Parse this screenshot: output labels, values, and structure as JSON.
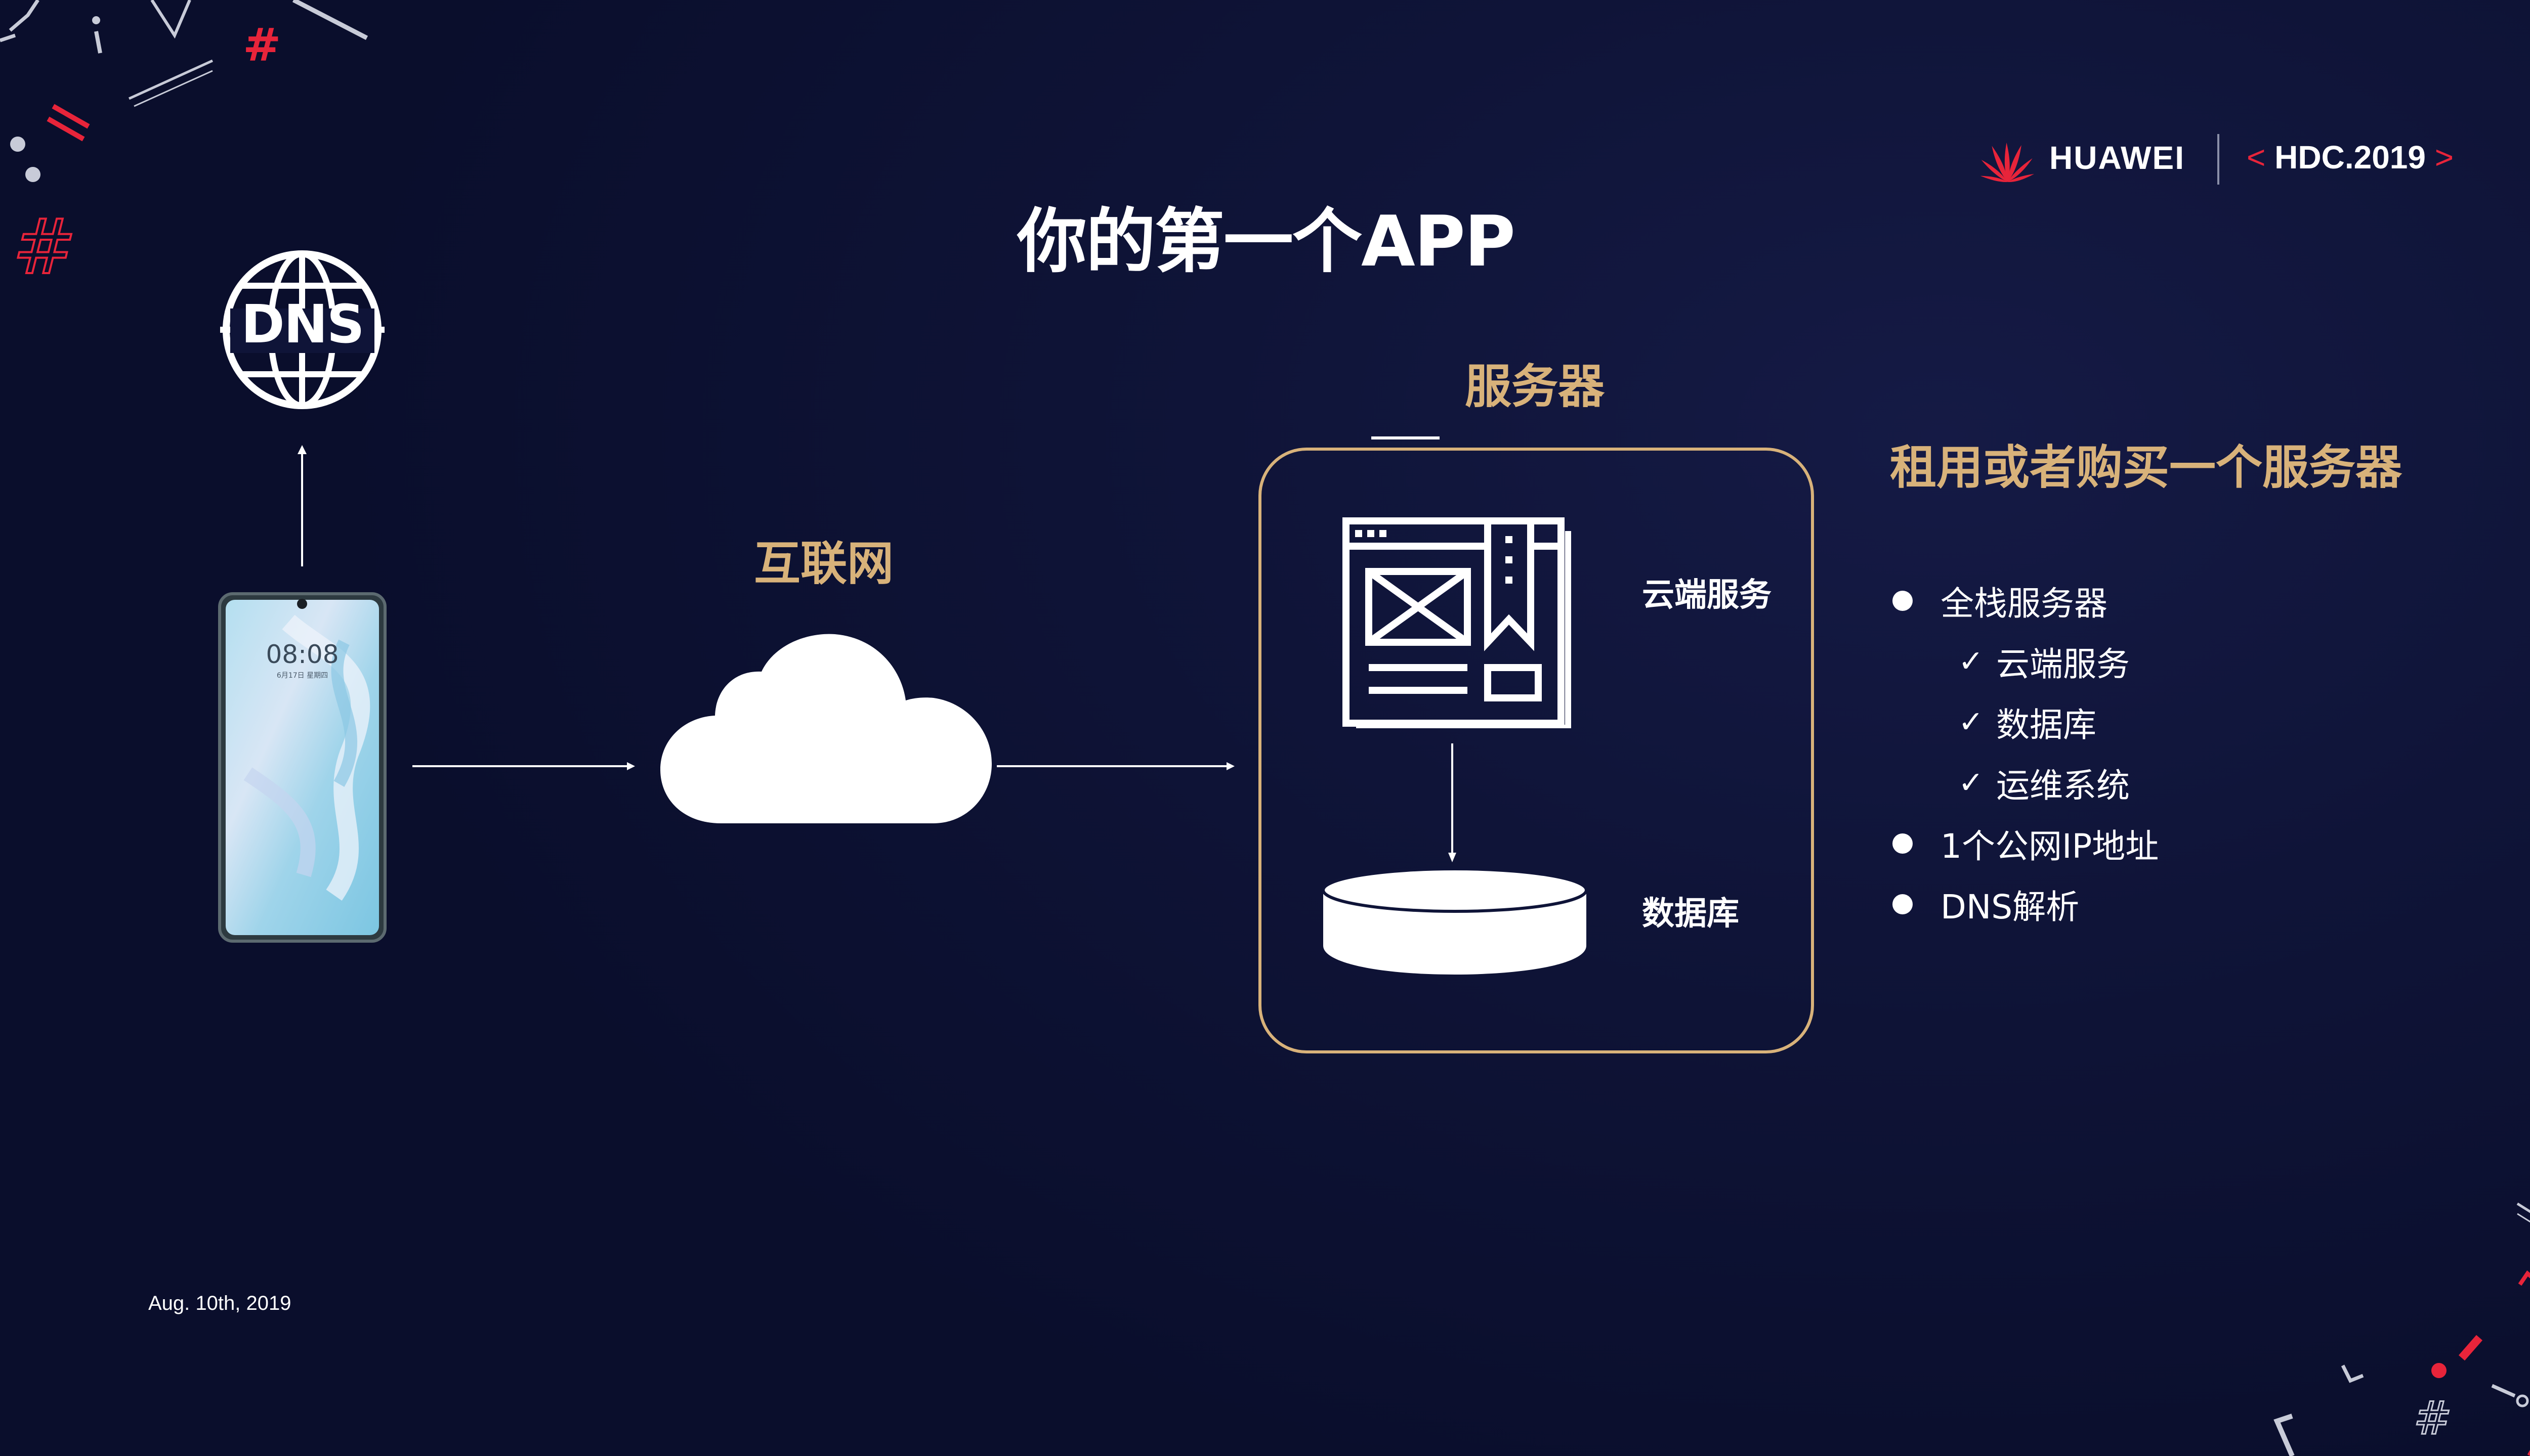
{
  "header": {
    "brand_name": "HUAWEI",
    "event_open": "<",
    "event_name": "HDC.2019",
    "event_close": ">"
  },
  "title": "你的第一个APP",
  "dns_icon": {
    "text": "DNS",
    "icon": "globe-icon"
  },
  "phone": {
    "time": "08:08",
    "date": "6月17日 星期四"
  },
  "internet": {
    "label": "互联网"
  },
  "server": {
    "label": "服务器",
    "cloud_service_label": "云端服务",
    "database_label": "数据库"
  },
  "plan": {
    "heading": "租用或者购买一个服务器",
    "items": [
      {
        "text": "全栈服务器",
        "level": 0,
        "marker": "bullet"
      },
      {
        "text": "云端服务",
        "level": 1,
        "marker": "check"
      },
      {
        "text": "数据库",
        "level": 1,
        "marker": "check"
      },
      {
        "text": "运维系统",
        "level": 1,
        "marker": "check"
      },
      {
        "text": "1个公网IP地址",
        "level": 0,
        "marker": "bullet"
      },
      {
        "text": "DNS解析",
        "level": 0,
        "marker": "bullet"
      }
    ],
    "check_glyph": "✓"
  },
  "footer": {
    "date": "Aug. 10th, 2019"
  },
  "colors": {
    "background": "#0d1233",
    "accent_gold": "#d8b27a",
    "accent_red": "#e8243a",
    "text": "#ffffff"
  }
}
